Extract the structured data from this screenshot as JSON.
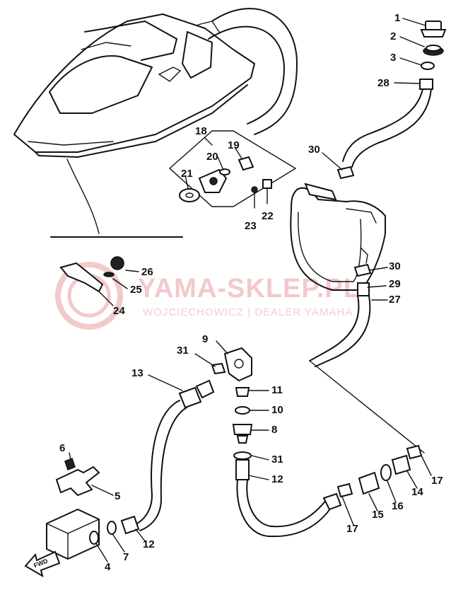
{
  "watermark": {
    "brand": "YAMA-SKLEP.PL",
    "tagline": "WOJCIECHOWICZ | DEALER YAMAHA"
  },
  "direction_marker": "FWD",
  "callouts": {
    "c1": "1",
    "c2": "2",
    "c3": "3",
    "c28": "28",
    "c18": "18",
    "c19": "19",
    "c20": "20",
    "c21": "21",
    "c22": "22",
    "c23": "23",
    "c26": "26",
    "c25": "25",
    "c24": "24",
    "c30a": "30",
    "c30b": "30",
    "c29": "29",
    "c27": "27",
    "c9": "9",
    "c31a": "31",
    "c13": "13",
    "c11": "11",
    "c10": "10",
    "c8": "8",
    "c31b": "31",
    "c12a": "12",
    "c6": "6",
    "c5": "5",
    "c4": "4",
    "c7": "7",
    "c12b": "12",
    "c17a": "17",
    "c14": "14",
    "c16": "16",
    "c15": "15",
    "c17b": "17"
  }
}
